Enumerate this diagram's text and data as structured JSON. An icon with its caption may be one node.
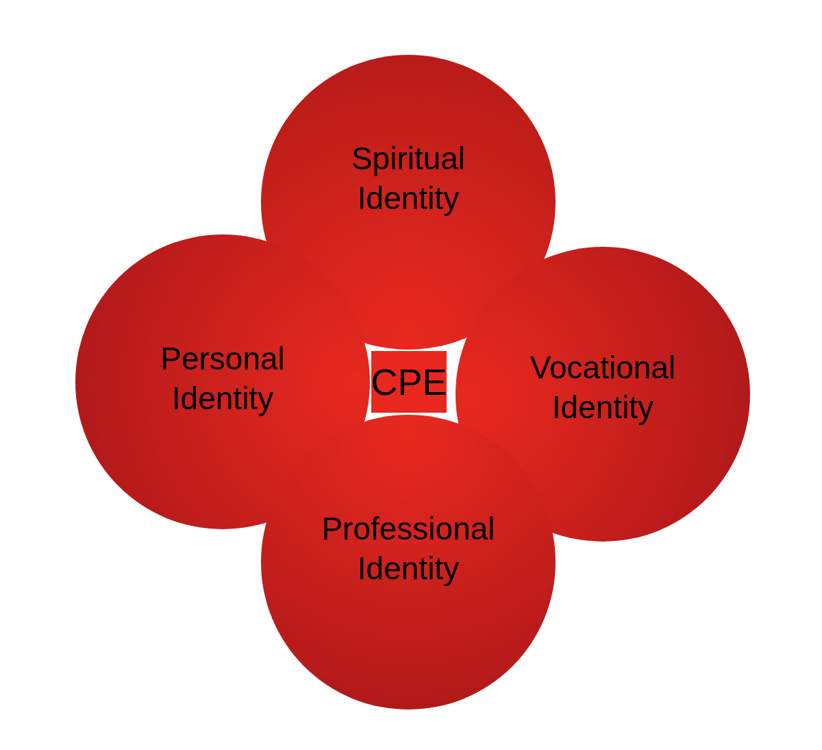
{
  "diagram": {
    "nodes": [
      {
        "text": [
          "CPE"
        ]
      },
      {
        "text": [
          "Spiritual Identity"
        ]
      },
      {
        "text": [
          "Personal Identity"
        ]
      },
      {
        "text": [
          "Vocational Identity"
        ]
      },
      {
        "text": [
          "Professional Identity"
        ]
      }
    ]
  }
}
